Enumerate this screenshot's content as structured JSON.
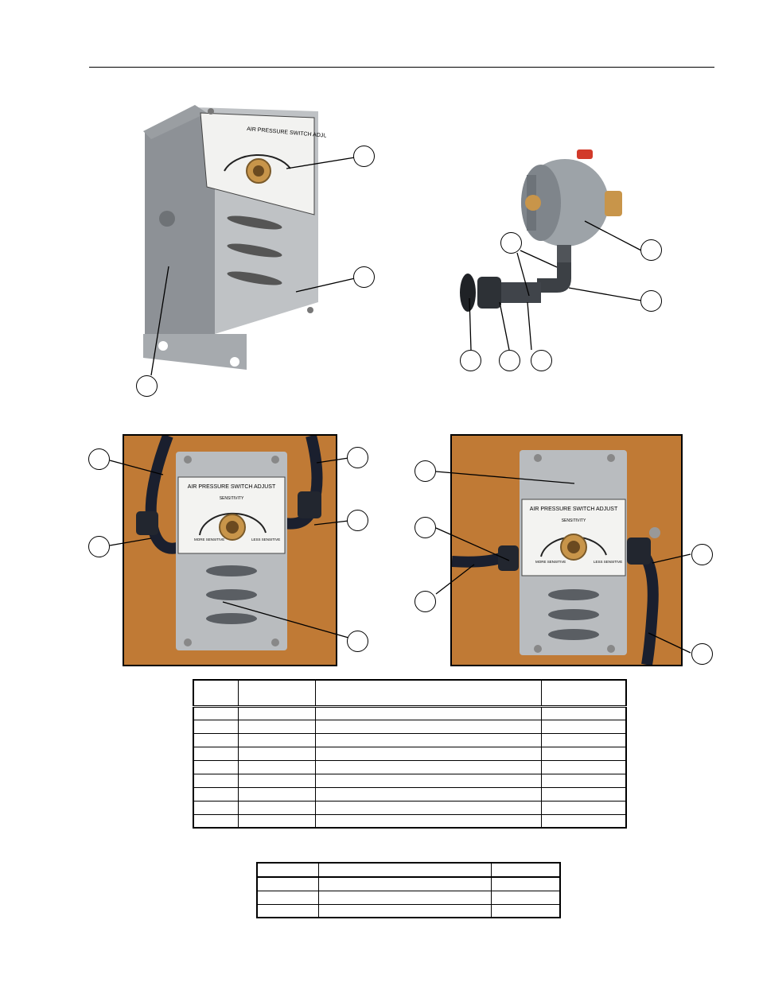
{
  "label_texts": {
    "plate_title": "AIR PRESSURE SWITCH ADJUST",
    "sensitivity": "SENSITIVITY",
    "more_sensitive": "MORE SENSITIVE",
    "less_sensitive": "LESS SENSITIVE"
  },
  "colors": {
    "backdrop": "#c07a35",
    "metal": "#b9bcbf",
    "conduit": "#1a1f2e",
    "brass": "#c8954a"
  },
  "table_main": {
    "rows": 10,
    "columns": 4
  },
  "table_small": {
    "rows": 4,
    "columns": 3
  }
}
